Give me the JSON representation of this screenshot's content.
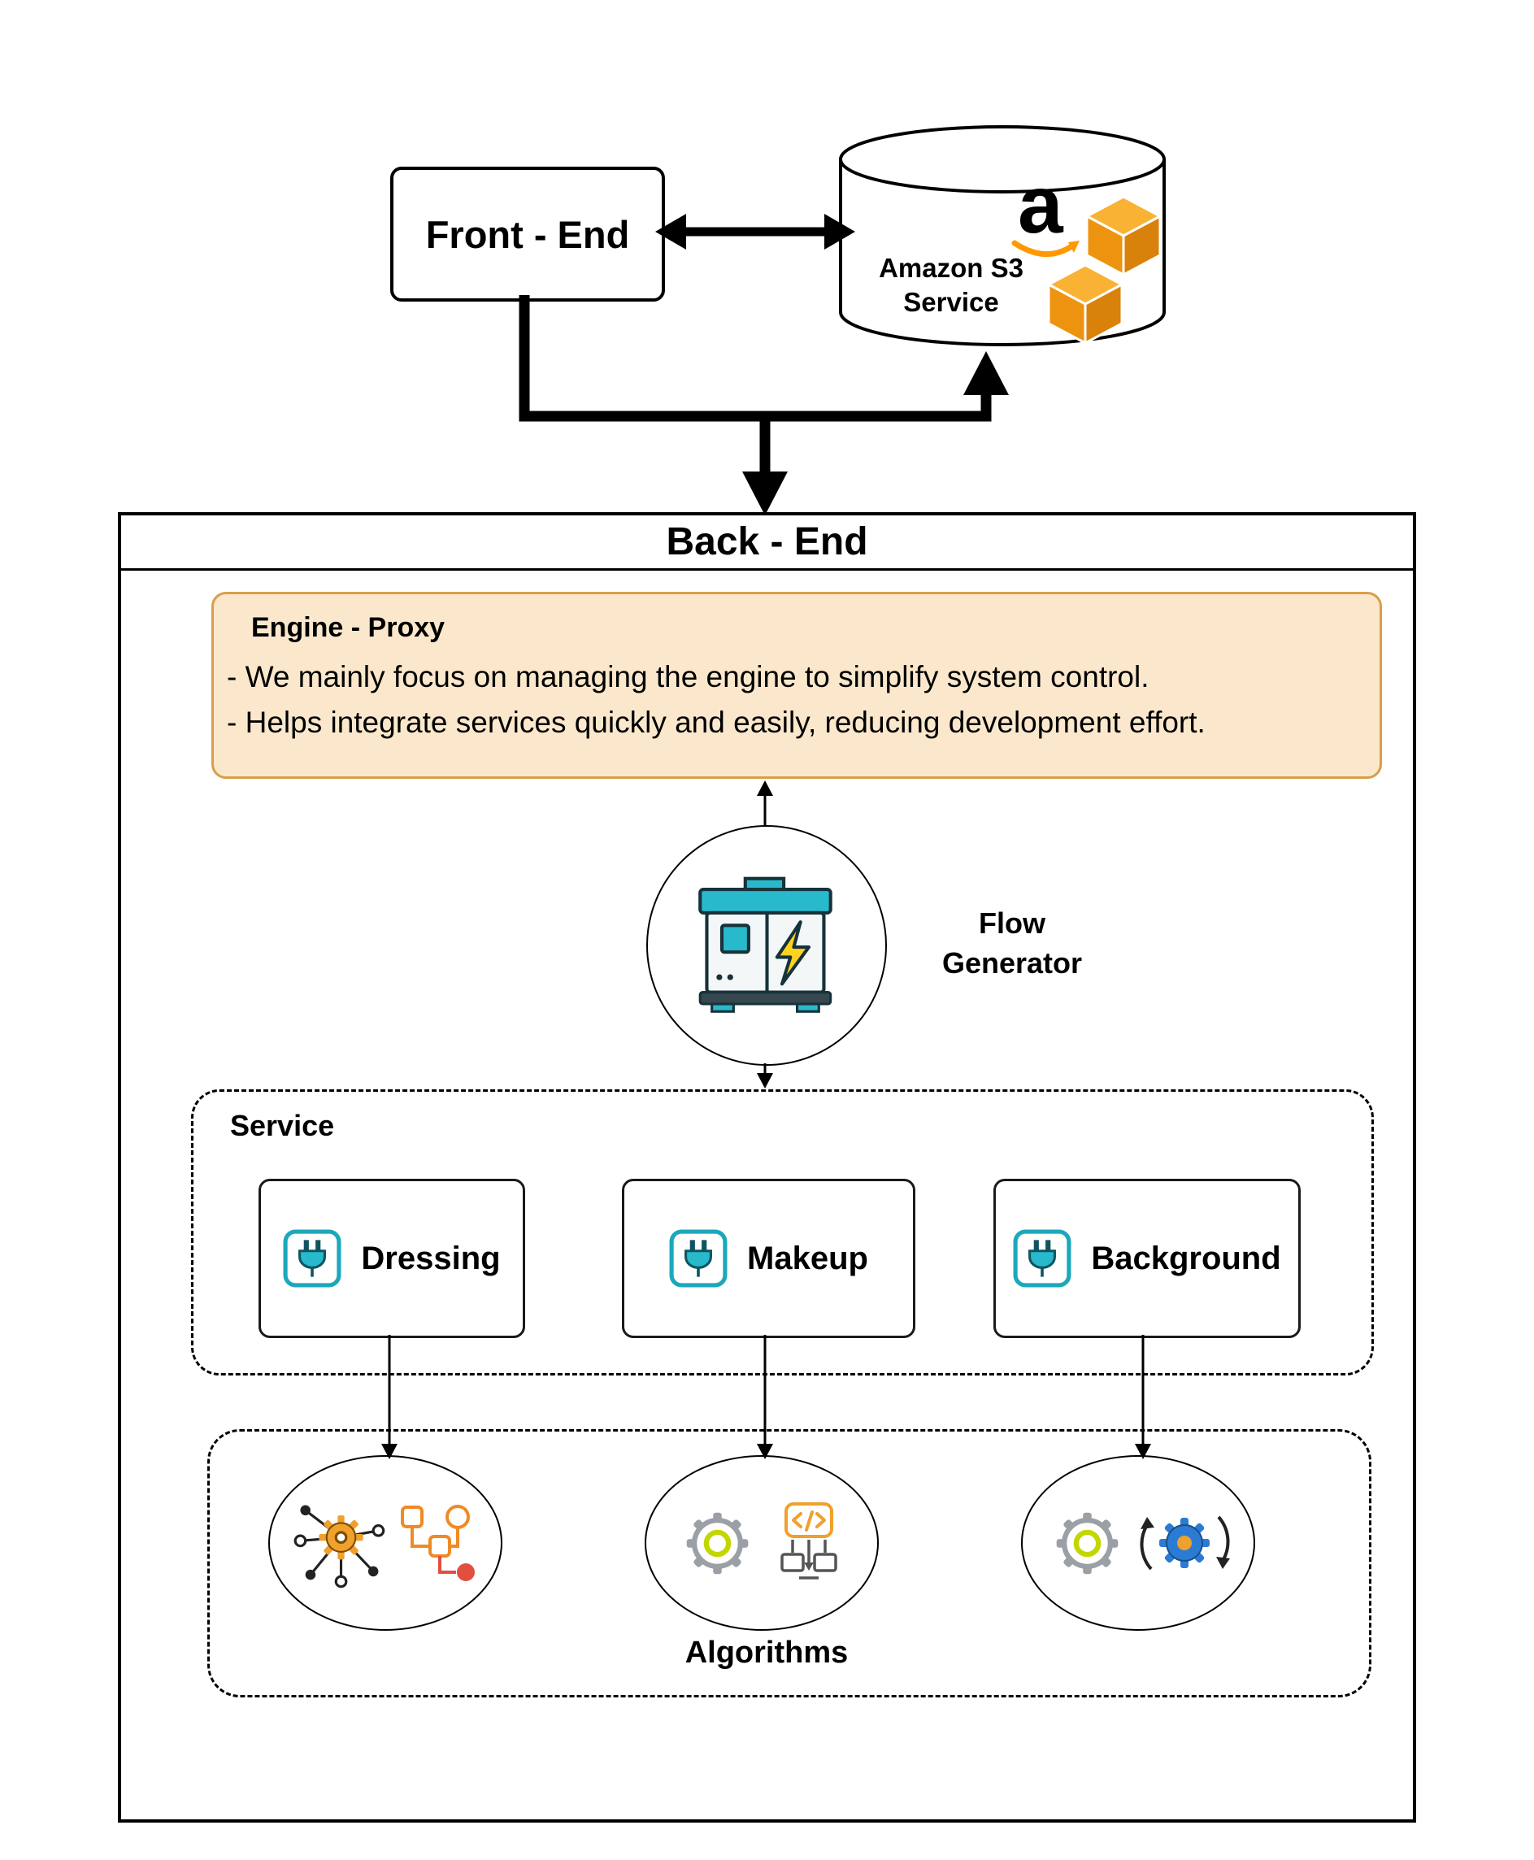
{
  "front_end": {
    "label": "Front - End"
  },
  "amazon_s3": {
    "logo_letter": "a",
    "line1": "Amazon S3",
    "line2": "Service"
  },
  "back_end": {
    "title": "Back - End"
  },
  "engine_proxy": {
    "title": "Engine - Proxy",
    "line1": "- We mainly focus on managing the engine to simplify system control.",
    "line2": "- Helps integrate services quickly and easily, reducing development effort."
  },
  "flow_generator": {
    "line1": "Flow",
    "line2": "Generator"
  },
  "service": {
    "title": "Service",
    "items": [
      {
        "label": "Dressing"
      },
      {
        "label": "Makeup"
      },
      {
        "label": "Background"
      }
    ]
  },
  "algorithms": {
    "title": "Algorithms"
  },
  "icons": {
    "amazon_smile": "amazon-smile-arrow-icon",
    "s3_cubes": "s3-cube-icon",
    "generator": "power-generator-icon",
    "plug": "plug-icon",
    "network_gear": "network-gear-icon",
    "workflow": "workflow-icon",
    "gear": "gear-icon",
    "code_deploy": "code-deploy-icon",
    "gear_sync": "gear-sync-icon"
  },
  "colors": {
    "teal": "#1BA8BC",
    "teal_dark": "#16323A",
    "engine_fill": "#FBE8CC",
    "engine_border": "#D99E4A",
    "amazon_orange": "#FF9900",
    "cube_orange": "#F09A1F",
    "bolt_yellow": "#FFD21E",
    "gear_lime": "#C3D600",
    "gear_blue": "#2B7BD4",
    "gear_gray": "#9AA0A6",
    "icon_orange": "#F0912C",
    "node_red": "#E34F3F"
  }
}
